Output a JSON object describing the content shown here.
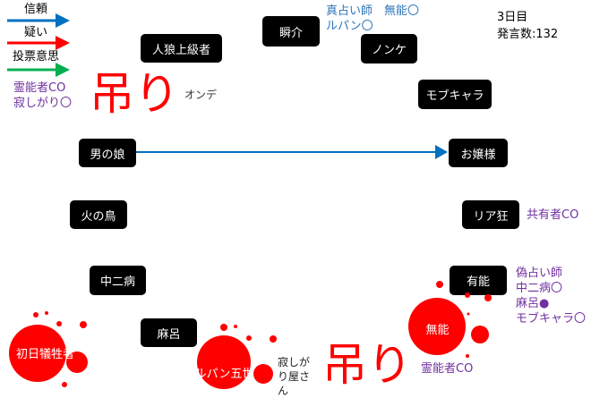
{
  "legend": {
    "trust": "信頼",
    "doubt": "疑い",
    "vote": "投票意思",
    "colors": {
      "trust": "#0070c0",
      "doubt": "#ff0000",
      "vote": "#00b050"
    }
  },
  "left_note": [
    "霊能者CO",
    "寂しがり〇"
  ],
  "status": {
    "day": "3日目",
    "posts": "発言数:132"
  },
  "top_note": [
    "真占い師　無能〇",
    "ルパン〇"
  ],
  "right_note_1": "共有者CO",
  "right_note_2": [
    "偽占い師",
    "中二病〇",
    "麻呂●",
    "モブキャラ〇"
  ],
  "bottom_note": "霊能者CO",
  "hanged_label": "吊り",
  "nodes": {
    "shunsuke": "瞬介",
    "jinro": "人狼上級者",
    "nonke": "ノンケ",
    "mob": "モブキャラ",
    "onde": "オンデ",
    "otokonoko": "男の娘",
    "ojousama": "お嬢様",
    "hinotori": "火の鳥",
    "riajuu": "リア狂",
    "chuunibyou": "中二病",
    "yuunou": "有能",
    "maro": "麻呂",
    "munou": "無能",
    "shonichi": "初日犠牲者",
    "lupin": "ルパン五世",
    "sabishi": "寂しがり屋さん"
  }
}
